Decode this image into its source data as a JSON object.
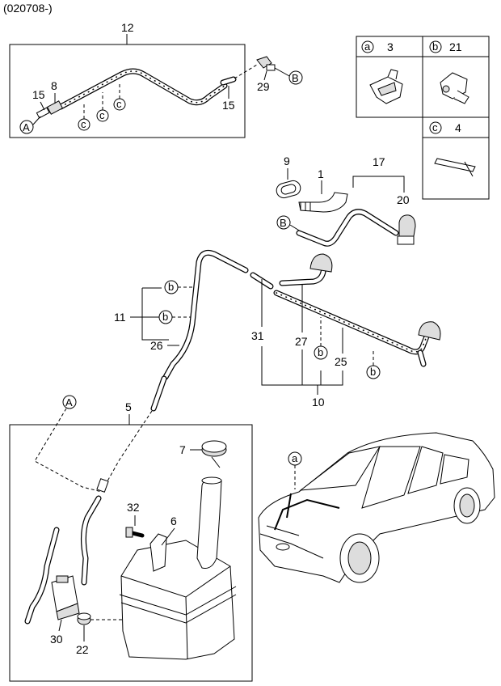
{
  "header": {
    "code": "(020708-)"
  },
  "callouts": {
    "p1": "1",
    "p3": "3",
    "p4": "4",
    "p5": "5",
    "p6": "6",
    "p7": "7",
    "p8": "8",
    "p9": "9",
    "p10": "10",
    "p11": "11",
    "p12": "12",
    "p15a": "15",
    "p15b": "15",
    "p17": "17",
    "p20": "20",
    "p21": "21",
    "p22": "22",
    "p25": "25",
    "p26": "26",
    "p27": "27",
    "p29": "29",
    "p30": "30",
    "p31": "31",
    "p32": "32"
  },
  "refs": {
    "A1": "A",
    "A2": "A",
    "B1": "B",
    "B2": "B",
    "c1": "c",
    "c2": "c",
    "c3": "c",
    "c4": "c",
    "b1": "b",
    "b2": "b",
    "b3": "b",
    "b4": "b",
    "b5": "b",
    "a1": "a",
    "a2": "a"
  },
  "legend": {
    "a_letter": "a",
    "a_part": "3",
    "b_letter": "b",
    "b_part": "21",
    "c_letter": "c",
    "c_part": "4"
  }
}
